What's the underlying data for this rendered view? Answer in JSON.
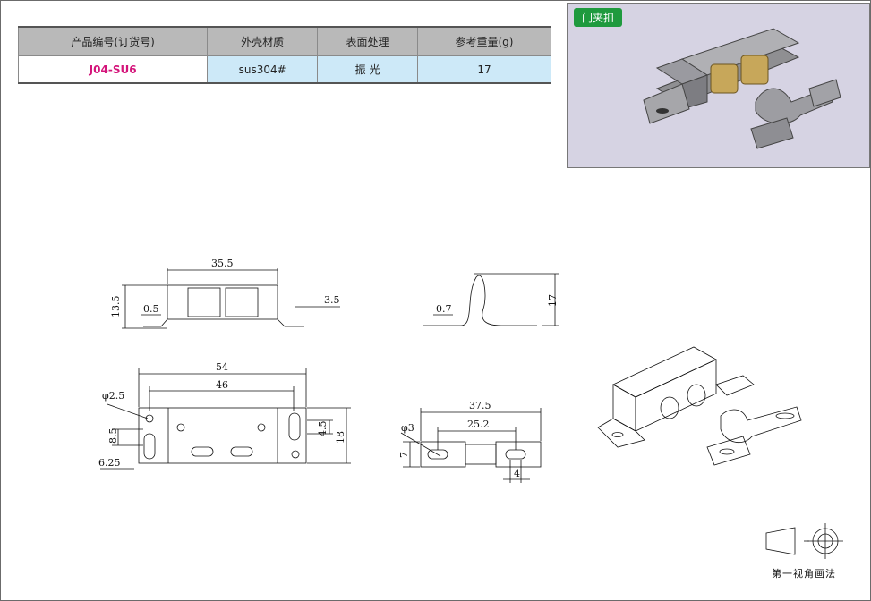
{
  "spec_table": {
    "headers": [
      "产品编号(订货号)",
      "外壳材质",
      "表面处理",
      "参考重量(g)"
    ],
    "row": [
      "J04-SU6",
      "sus304#",
      "振 光",
      "17"
    ]
  },
  "photo": {
    "label": "门夹扣"
  },
  "dimensions": {
    "front_width": "35.5",
    "front_height": "13.5",
    "front_thickness": "0.5",
    "front_side": "3.5",
    "spring_thickness": "0.7",
    "spring_height": "17",
    "overall_length": "54",
    "hole_spacing": "46",
    "hole_diameter": "φ2.5",
    "slot_length": "8.5",
    "slot_width": "4.5",
    "base_height": "18",
    "edge_offset": "6.25",
    "spring_length": "37.5",
    "spring_slot_spacing": "25.2",
    "spring_hole": "φ3",
    "spring_width": "7",
    "spring_slot_width": "4"
  },
  "projection": {
    "label": "第一视角画法"
  },
  "colors": {
    "accent": "#d4147a",
    "label_bg": "#1f9a3e",
    "header_bg": "#b9b9b9",
    "cell_bg": "#cde9f8"
  }
}
